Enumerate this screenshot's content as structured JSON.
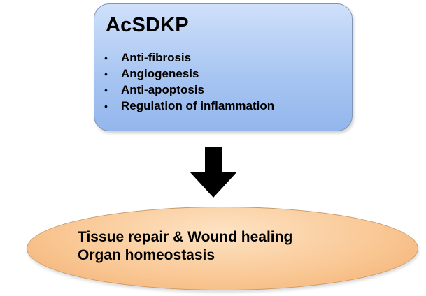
{
  "source": {
    "title": "AcSDKP",
    "bullet_symbol": "•",
    "items": [
      "Anti-fibrosis",
      "Angiogenesis",
      "Anti-apoptosis",
      "Regulation of inflammation"
    ]
  },
  "outcome": {
    "lines": [
      "Tissue repair & Wound healing",
      "Organ homeostasis"
    ]
  },
  "colors": {
    "box_fill": "#a9c6f2",
    "ellipse_fill": "#f9c692",
    "arrow": "#000000"
  }
}
